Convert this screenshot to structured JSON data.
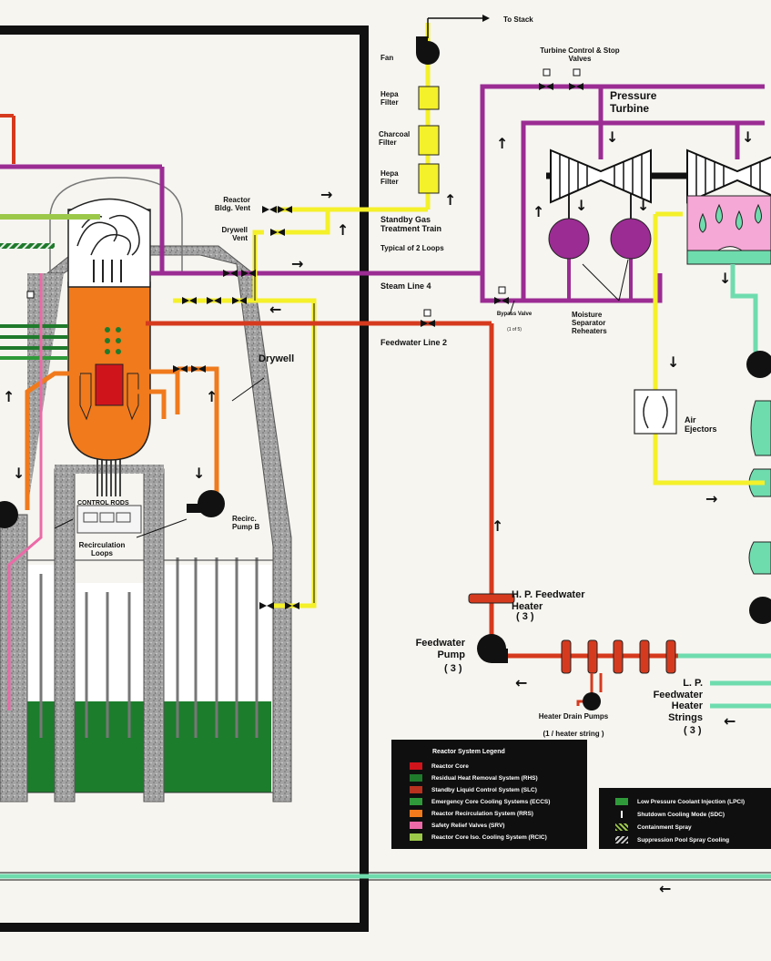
{
  "labels": {
    "to_stack": "To Stack",
    "fan": "Fan",
    "hepa_filter_1": "Hepa Filter",
    "charcoal_filter": "Charcoal Filter",
    "hepa_filter_2": "Hepa Filter",
    "turbine_valves": "Turbine Control & Stop Valves",
    "pressure_turbine": "Pressure Turbine",
    "reactor_bldg_vent": "Reactor Bldg. Vent",
    "drywell_vent": "Drywell Vent",
    "standby_gas": "Standby Gas Treatment Train",
    "typical_loops": "Typical of 2 Loops",
    "steam_line": "Steam Line 4",
    "bypass_valve": "Bypass Valve",
    "bypass_count": "(1 of 5)",
    "moisture_sep": "Moisture Separator Reheaters",
    "feedwater_line": "Feedwater Line 2",
    "drywell": "Drywell",
    "air_ejectors": "Air Ejectors",
    "control_rods": "CONTROL RODS",
    "recirc_pump_b": "Recirc. Pump B",
    "recirc_loops": "Recirculation Loops",
    "hp_heater": "H. P. Feedwater Heater",
    "hp_heater_count": "( 3 )",
    "feedwater_pump": "Feedwater Pump",
    "feedwater_pump_count": "( 3 )",
    "heater_drain": "Heater Drain Pumps",
    "heater_drain_count": "(1 / heater string )",
    "lp_heater": "L. P. Feedwater Heater Strings",
    "lp_heater_count": "( 3 )"
  },
  "legend_main": {
    "title": "Reactor System Legend",
    "items": [
      {
        "label": "Reactor Core",
        "color": "#d0141c"
      },
      {
        "label": "Residual Heat Removal System (RHS)",
        "color": "#1f7a2c"
      },
      {
        "label": "Standby Liquid Control System (SLC)",
        "color": "#b8321f"
      },
      {
        "label": "Emergency Core Cooling Systems (ECCS)",
        "color": "#2f9a3a"
      },
      {
        "label": "Reactor Recirculation System (RRS)",
        "color": "#f07a1c"
      },
      {
        "label": "Safety Relief Valves (SRV)",
        "color": "#ec6aa8"
      },
      {
        "label": "Reactor Core Iso. Cooling System (RCIC)",
        "color": "#9cc84a"
      }
    ]
  },
  "legend_secondary": {
    "items": [
      {
        "label": "Low Pressure Coolant Injection (LPCI)",
        "icon": "green-bar-icon"
      },
      {
        "label": "Shutdown Cooling Mode (SDC)",
        "icon": "white-tick-icon"
      },
      {
        "label": "Containment Spray",
        "icon": "hatch-icon"
      },
      {
        "label": "Suppression Pool Spray Cooling",
        "icon": "hatch-icon"
      }
    ]
  },
  "colors": {
    "steam": "#9b2c93",
    "feedwater": "#d63a1e",
    "gas_train": "#f4f02a",
    "condensate": "#6fdcae",
    "recirc": "#f07a1c",
    "concrete": "#a6a6a6",
    "pool": "#1a7a2a",
    "border": "#111111"
  }
}
